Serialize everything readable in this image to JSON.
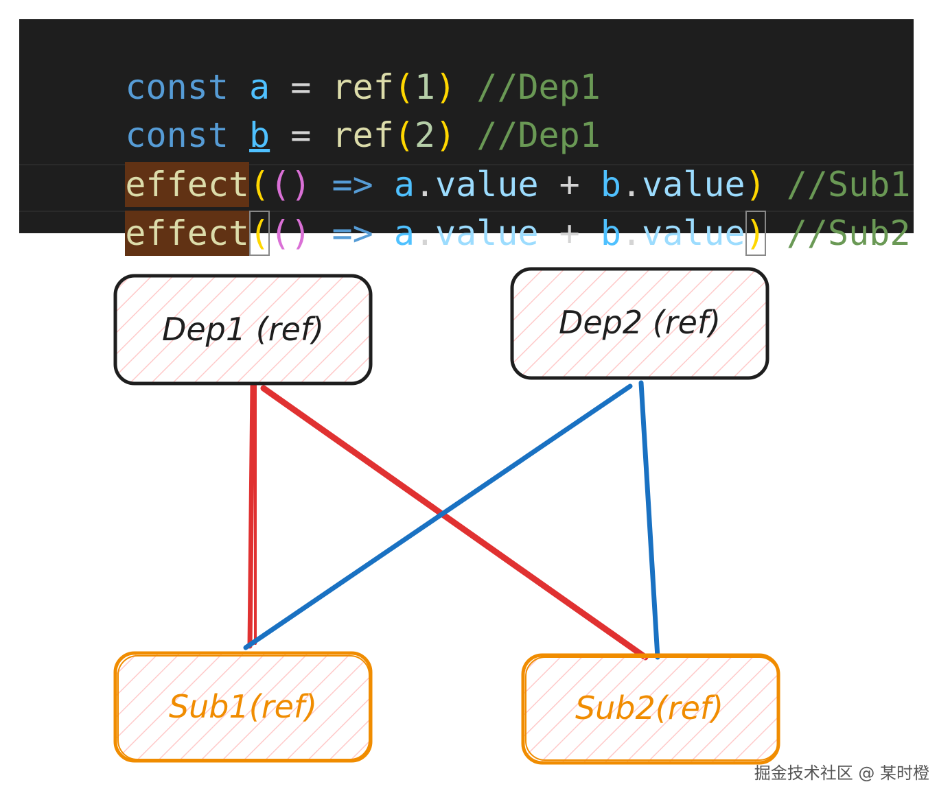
{
  "code": {
    "lines": [
      {
        "kw": "const",
        "name": "a",
        "eq": "=",
        "fn": "ref",
        "open": "(",
        "arg": "1",
        "close": ")",
        "comment": "//Dep1"
      },
      {
        "kw": "const",
        "name": "b",
        "eq": "=",
        "fn": "ref",
        "open": "(",
        "arg": "2",
        "close": ")",
        "comment": "//Dep1"
      },
      {
        "fn": "effect",
        "open": "(",
        "args": "()",
        "arrow": "=>",
        "a": "a",
        "dot1": ".",
        "prop1": "value",
        "plus": "+",
        "b": "b",
        "dot2": ".",
        "prop2": "value",
        "close": ")",
        "comment": "//Sub1"
      },
      {
        "fn": "effect",
        "open": "(",
        "args": "()",
        "arrow": "=>",
        "a": "a",
        "dot1": ".",
        "prop1": "value",
        "plus": "+",
        "b": "b",
        "dot2": ".",
        "prop2": "value",
        "close": ")",
        "comment": "//Sub2"
      }
    ]
  },
  "diagram": {
    "nodes": {
      "dep1": {
        "label": "Dep1 (ref)",
        "border": "#1e1e1e",
        "text_color": "#1e1e1e",
        "hatch": "#ffc9c9"
      },
      "dep2": {
        "label": "Dep2 (ref)",
        "border": "#1e1e1e",
        "text_color": "#1e1e1e",
        "hatch": "#ffc9c9"
      },
      "sub1": {
        "label": "Sub1(ref)",
        "border": "#f08c00",
        "text_color": "#f08c00",
        "hatch": "#ffc9c9"
      },
      "sub2": {
        "label": "Sub2(ref)",
        "border": "#f08c00",
        "text_color": "#f08c00",
        "hatch": "#ffc9c9"
      }
    },
    "edges": [
      {
        "from": "dep1",
        "to": "sub1",
        "color": "#e03131"
      },
      {
        "from": "dep1",
        "to": "sub2",
        "color": "#e03131"
      },
      {
        "from": "dep2",
        "to": "sub1",
        "color": "#1971c2"
      },
      {
        "from": "dep2",
        "to": "sub2",
        "color": "#1971c2"
      }
    ]
  },
  "watermark": "掘金技术社区 @ 某时橙"
}
